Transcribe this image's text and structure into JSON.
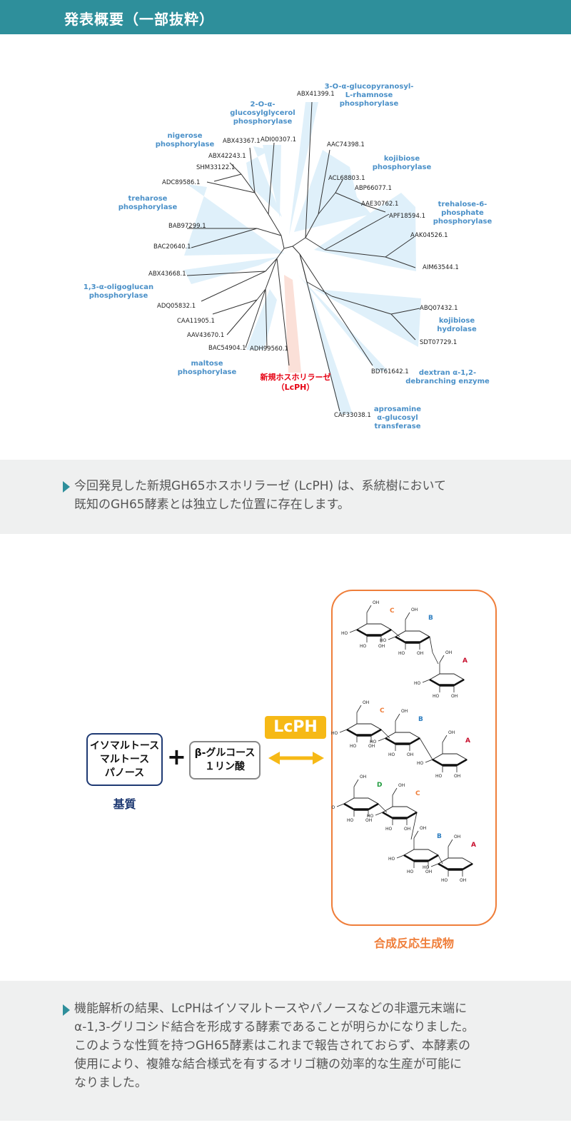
{
  "header": {
    "title": "発表概要（一部抜粋）"
  },
  "tree": {
    "accessions": [
      {
        "id": "ABX41399.1"
      },
      {
        "id": "ADI00307.1"
      },
      {
        "id": "ABX43367.1"
      },
      {
        "id": "ABX42243.1"
      },
      {
        "id": "SHM33122.1"
      },
      {
        "id": "ADC89586.1"
      },
      {
        "id": "BAB97299.1"
      },
      {
        "id": "BAC20640.1"
      },
      {
        "id": "ABX43668.1"
      },
      {
        "id": "ADQ05832.1"
      },
      {
        "id": "CAA11905.1"
      },
      {
        "id": "AAV43670.1"
      },
      {
        "id": "BAC54904.1"
      },
      {
        "id": "ADH99560.1"
      },
      {
        "id": "AAC74398.1"
      },
      {
        "id": "ACL68803.1"
      },
      {
        "id": "ABP66077.1"
      },
      {
        "id": "AAE30762.1"
      },
      {
        "id": "APF18594.1"
      },
      {
        "id": "AAK04526.1"
      },
      {
        "id": "AIM63544.1"
      },
      {
        "id": "ABQ07432.1"
      },
      {
        "id": "SDT07729.1"
      },
      {
        "id": "BDT61642.1"
      },
      {
        "id": "CAF33038.1"
      }
    ],
    "clades": [
      {
        "lines": [
          "3-O-α-glucopyranosyl-",
          "L-rhamnose",
          "phosphorylase"
        ]
      },
      {
        "lines": [
          "2-O-α-",
          "glucosylglycerol",
          "phosphorylase"
        ]
      },
      {
        "lines": [
          "nigerose",
          "phosphorylase"
        ]
      },
      {
        "lines": [
          "kojibiose",
          "phosphorylase"
        ]
      },
      {
        "lines": [
          "trehalose-6-",
          "phosphate",
          "phosphorylase"
        ]
      },
      {
        "lines": [
          "treharose",
          "phosphorylase"
        ]
      },
      {
        "lines": [
          "1,3-α-oligoglucan",
          "phosphorylase"
        ]
      },
      {
        "lines": [
          "kojibiose",
          "hydrolase"
        ]
      },
      {
        "lines": [
          "maltose",
          "phosphorylase"
        ]
      },
      {
        "lines": [
          "dextran α-1,2-",
          "debranching enzyme"
        ]
      },
      {
        "lines": [
          "aprosamine",
          "α-glucosyl",
          "transferase"
        ]
      }
    ],
    "new_enzyme": {
      "line1": "新規ホスホリラーゼ",
      "line2": "（LcPH）"
    },
    "colors": {
      "clade_text": "#4a90c8",
      "clade_fill": "#dff0fa",
      "new_fill": "#fbe0d8",
      "new_text": "#e60012"
    }
  },
  "info1": {
    "text_line1": "今回発見した新規GH65ホスホリラーゼ (LcPH) は、系統樹において",
    "text_line2": "既知のGH65酵素とは独立した位置に存在します。"
  },
  "reaction": {
    "substrate": {
      "line1": "イソマルトース",
      "line2": "マルトース",
      "line3": "パノース",
      "caption": "基質"
    },
    "plus": "+",
    "donor": {
      "line1": "β-グルコース",
      "line2": "１リン酸"
    },
    "enzyme": "LcPH",
    "products_caption": "合成反応生成物",
    "ring_labels": {
      "A": "A",
      "B": "B",
      "C": "C",
      "D": "D",
      "OH": "OH",
      "HO": "HO"
    },
    "colors": {
      "A": "#c8102e",
      "B": "#2f7fc1",
      "C": "#ef7e3a",
      "D": "#1e9a3c"
    }
  },
  "info2": {
    "lines": [
      "機能解析の結果、LcPHはイソマルトースやパノースなどの非還元末端に",
      "α-1,3-グリコシド結合を形成する酵素であることが明らかになりました。",
      "このような性質を持つGH65酵素はこれまで報告されておらず、本酵素の",
      "使用により、複雑な結合様式を有するオリゴ糖の効率的な生産が可能に",
      "なりました。"
    ]
  }
}
